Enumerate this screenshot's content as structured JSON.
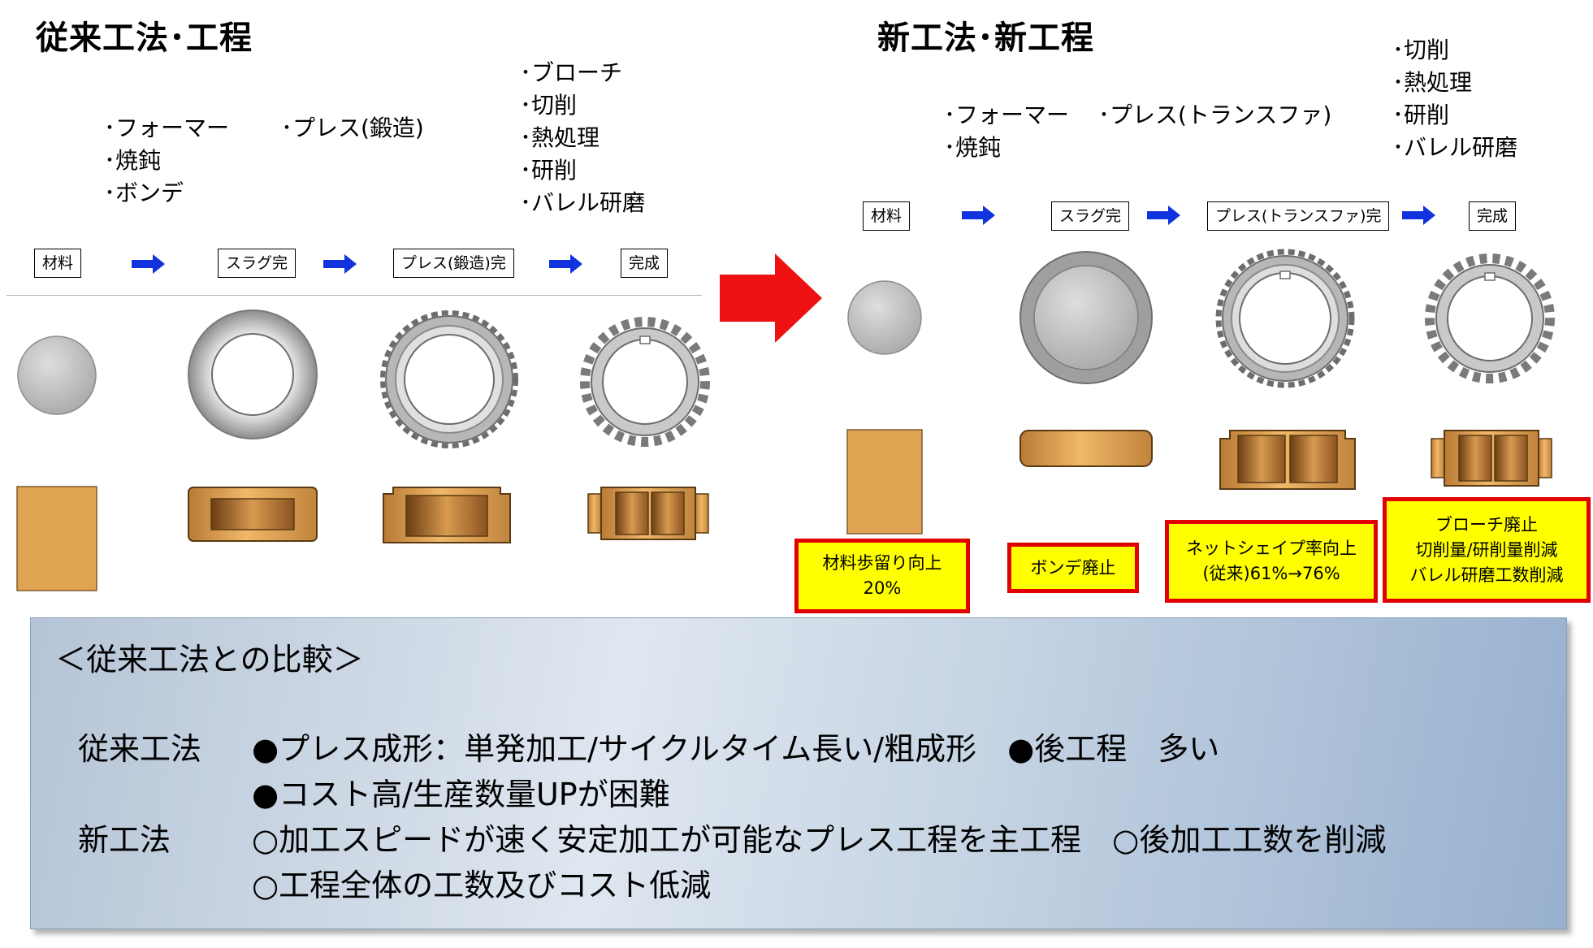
{
  "left": {
    "title": "従来工法･工程",
    "notes": {
      "col1": [
        "･フォーマー",
        "･焼鈍",
        "･ボンデ"
      ],
      "col2": [
        "･プレス(鍛造)"
      ],
      "col3": [
        "･ブローチ",
        "･切削",
        "･熱処理",
        "･研削",
        "･バレル研磨"
      ]
    },
    "steps": [
      "材料",
      "スラグ完",
      "プレス(鍛造)完",
      "完成"
    ]
  },
  "right": {
    "title": "新工法･新工程",
    "notes": {
      "col1": [
        "･フォーマー",
        "･焼鈍"
      ],
      "col2": [
        "･プレス(トランスファ)"
      ],
      "col3": [
        "･切削",
        "･熱処理",
        "･研削",
        "･バレル研磨"
      ]
    },
    "steps": [
      "材料",
      "スラグ完",
      "プレス(トランスファ)完",
      "完成"
    ],
    "callouts": [
      [
        "材料歩留り向上",
        "20%"
      ],
      [
        "ボンデ廃止"
      ],
      [
        "ネットシェイプ率向上",
        "(従来)61%→76%"
      ],
      [
        "ブローチ廃止",
        "切削量/研削量削減",
        "バレル研磨工数削減"
      ]
    ]
  },
  "comparison": {
    "heading": "＜従来工法との比較＞",
    "conventional_label": "従来工法",
    "conventional_lines": [
      "●プレス成形：単発加工/サイクルタイム長い/粗成形　●後工程　多い",
      "●コスト高/生産数量UPが困難"
    ],
    "new_label": "新工法",
    "new_lines": [
      "○加工スピードが速く安定加工が可能なプレス工程を主工程　○後加工工数を削減",
      "○工程全体の工数及びコスト低減"
    ]
  },
  "colors": {
    "part_orange": "#e0a352",
    "part_gray": "#c8c8c8",
    "step_arrow": "#1133dd",
    "big_arrow": "#ee1111",
    "callout_fill": "#ffff00",
    "callout_border": "#e00000"
  }
}
